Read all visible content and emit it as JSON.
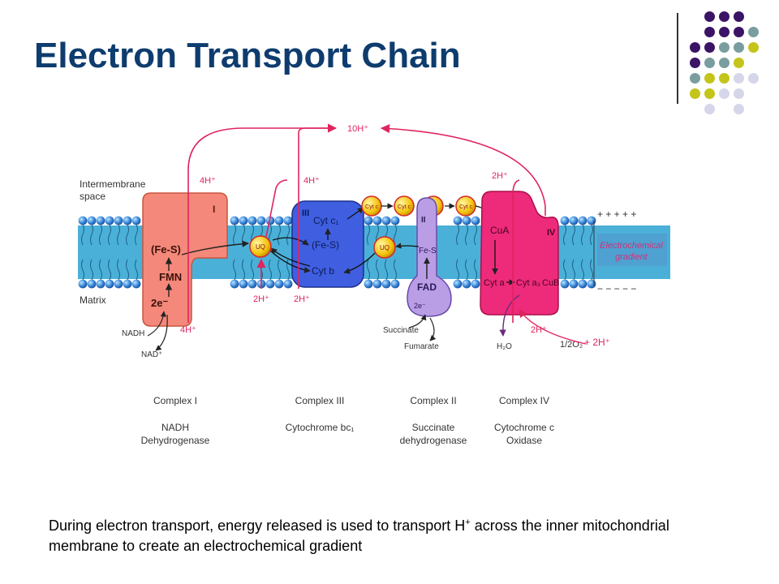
{
  "title": "Electron Transport Chain",
  "colors": {
    "title": "#0e3c6e",
    "complex_I": "#f4887a",
    "complex_III": "#3f5fe0",
    "complex_II": "#b99ee6",
    "complex_IV": "#ee2a7b",
    "membrane": "#4bb0d8",
    "arrow_red": "#e0245e",
    "dot_purple": "#3b1466",
    "dot_teal": "#7a9e9f",
    "dot_yellow": "#c4c41a",
    "dot_lavender": "#d6d6ea"
  },
  "labels": {
    "intermembrane": [
      "Intermembrane",
      "space"
    ],
    "matrix": "Matrix",
    "electrochemical": [
      "Electrochemical",
      "gradient"
    ],
    "plus": "+ + + + +",
    "minus": "− − − − −"
  },
  "protons": {
    "top": "10H⁺",
    "c1_top": "4H⁺",
    "c3_top": "4H⁺",
    "c4_top": "2H⁺",
    "c3_left_bottom": "2H⁺",
    "c3_right_bottom": "2H⁺",
    "c1_bottom": "4H⁺",
    "c4_bottom": "2H⁺",
    "c4_right": "+ 2H⁺"
  },
  "complex_I": {
    "numeral": "I",
    "fes": "(Fe-S)",
    "fmn": "FMN",
    "electrons": "2e⁻",
    "nadh": "NADH",
    "nad": "NAD⁺"
  },
  "complex_III": {
    "numeral": "III",
    "cytc1": "Cyt c₁",
    "fes": "(Fe-S)",
    "cytb": "Cyt b"
  },
  "complex_II": {
    "numeral": "II",
    "fes": "Fe-S",
    "fad": "FAD",
    "electrons": "2e⁻",
    "succinate": "Succinate",
    "fumarate": "Fumarate"
  },
  "complex_IV": {
    "numeral": "IV",
    "cua": "CuA",
    "cyta": "Cyt a",
    "cyta3": "Cyt a₃",
    "cub": "CuB",
    "h2o": "H₂O",
    "o2": "1/2O₂"
  },
  "carriers": {
    "uq": "UQ",
    "cytc": "Cyt c"
  },
  "legend": [
    {
      "name": "Complex I",
      "enzyme_lines": [
        "NADH",
        "Dehydrogenase"
      ]
    },
    {
      "name": "Complex III",
      "enzyme_lines": [
        "Cytochrome bc₁"
      ]
    },
    {
      "name": "Complex II",
      "enzyme_lines": [
        "Succinate",
        "dehydrogenase"
      ]
    },
    {
      "name": "Complex IV",
      "enzyme_lines": [
        "Cytochrome c",
        "Oxidase"
      ]
    }
  ],
  "caption": {
    "before": "During electron transport, energy released is used to transport H",
    "sup": "+",
    "after": " across the inner mitochondrial membrane to create an electrochemical gradient"
  }
}
